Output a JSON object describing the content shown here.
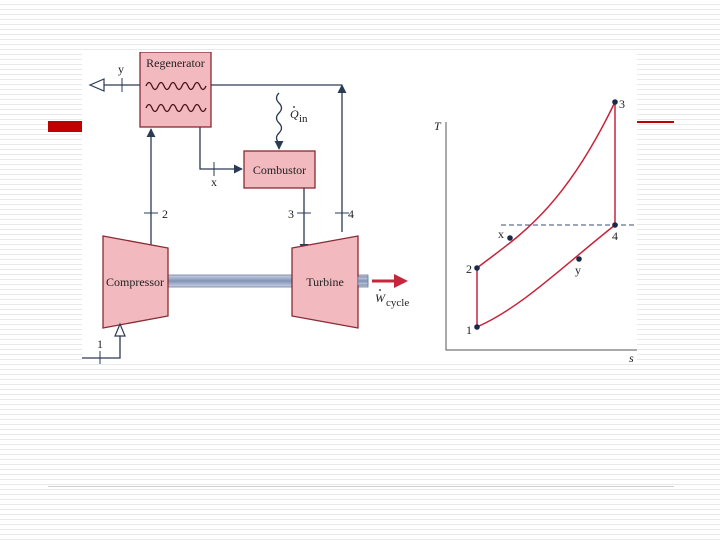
{
  "schematic": {
    "regenerator": "Regenerator",
    "combustor": "Combustor",
    "compressor": "Compressor",
    "turbine": "Turbine",
    "heat_in_symbol": "Q",
    "heat_in_sub": "in",
    "work_symbol": "W",
    "work_sub": "cycle",
    "state_1": "1",
    "state_2": "2",
    "state_3": "3",
    "state_4": "4",
    "state_x": "x",
    "state_y": "y"
  },
  "ts_diagram": {
    "y_axis": "T",
    "x_axis": "s",
    "point_1": "1",
    "point_2": "2",
    "point_3": "3",
    "point_4": "4",
    "point_x": "x",
    "point_y": "y"
  },
  "colors": {
    "component_fill": "#f2b9bf",
    "component_stroke": "#a0303a",
    "curve": "#c8243c",
    "flow": "#2b3a55",
    "accent": "#c00000"
  }
}
